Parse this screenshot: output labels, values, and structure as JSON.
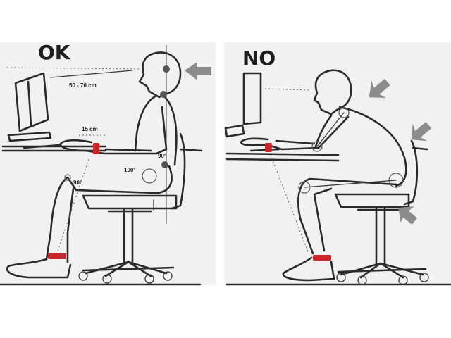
{
  "panels": {
    "good": {
      "heading": "OK",
      "measurements": {
        "eye_distance": "50 - 70 cm",
        "wrist_gap": "15 cm",
        "elbow_angle": "90°",
        "hip_angle": "100°",
        "knee_angle": "90°"
      }
    },
    "bad": {
      "heading": "NO"
    }
  },
  "colors": {
    "background": "#ffffff",
    "panel_fill": "#f1f1f1",
    "line": "#2a2a2a",
    "accent_red": "#c8272a",
    "arrow_gray": "#8c8c8c"
  },
  "icons": {
    "pointer_arrow": "arrow-icon",
    "joint_marker": "joint-icon"
  }
}
